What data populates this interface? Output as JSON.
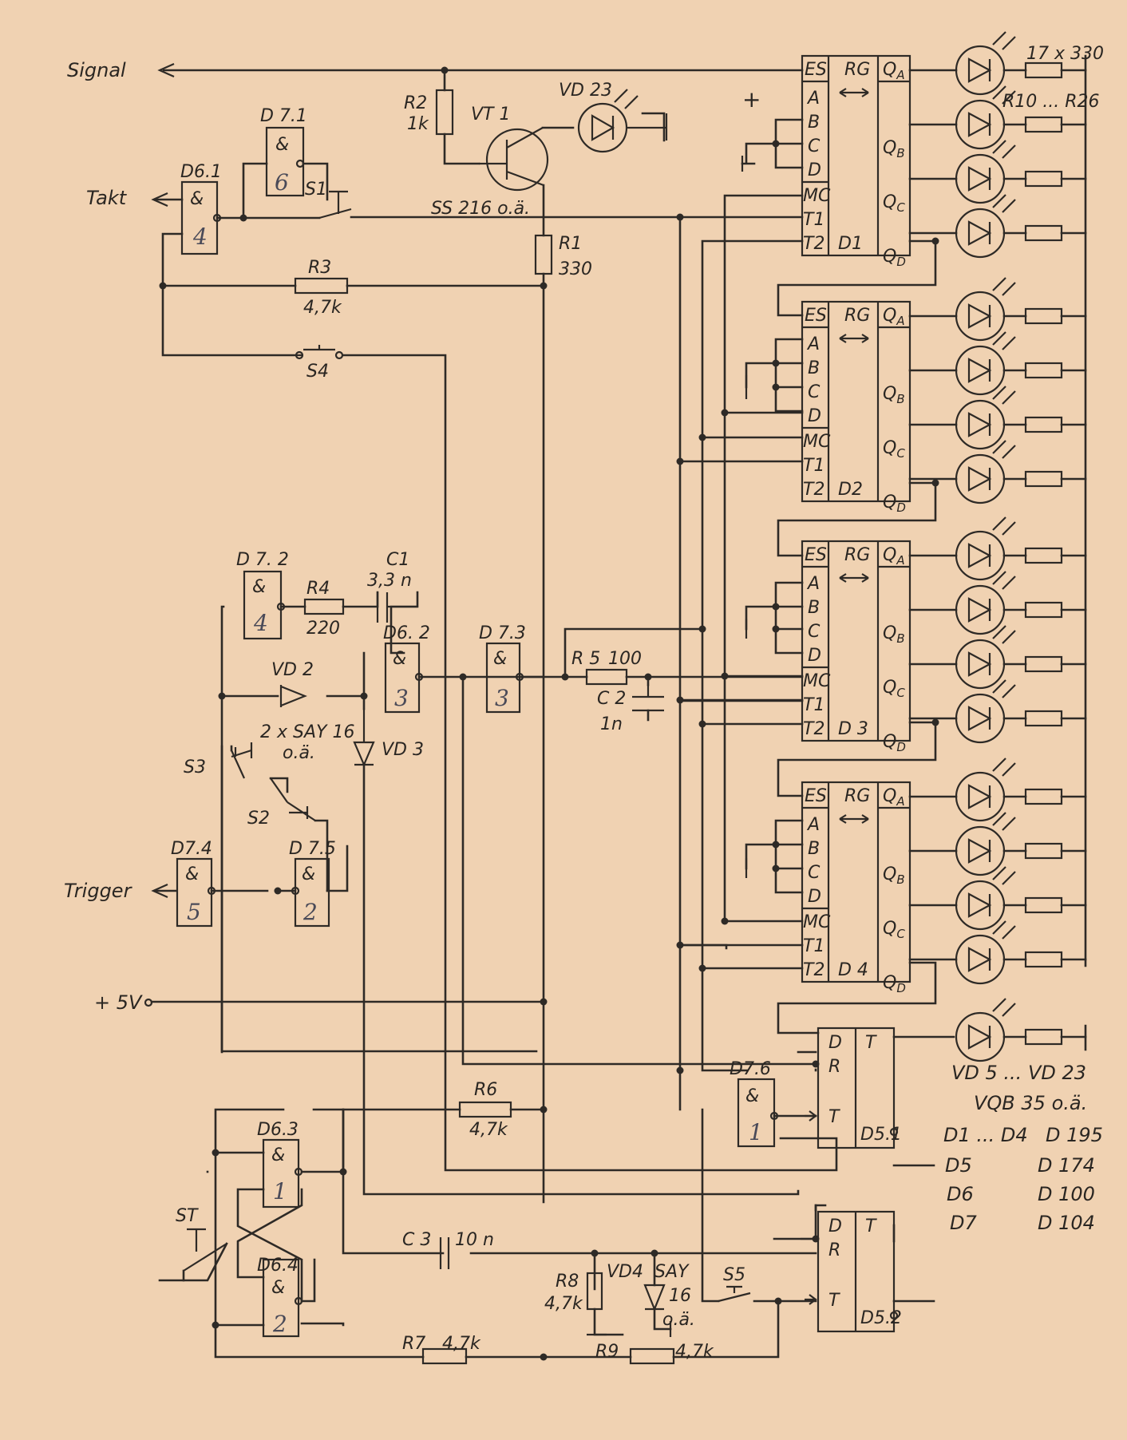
{
  "terminals": {
    "signal": "Signal",
    "takt": "Takt",
    "trigger": "Trigger",
    "plus5v": "+ 5V",
    "plus": "+"
  },
  "gates": {
    "d71": {
      "name": "D 7.1",
      "sym": "&",
      "pin": "6"
    },
    "d61": {
      "name": "D6.1",
      "sym": "&",
      "pin": "4"
    },
    "d72": {
      "name": "D 7. 2",
      "sym": "&",
      "pin": "4"
    },
    "d62": {
      "name": "D6. 2",
      "sym": "&",
      "pin": "3"
    },
    "d73": {
      "name": "D 7.3",
      "sym": "&",
      "pin": "3"
    },
    "d74": {
      "name": "D7.4",
      "sym": "&",
      "pin": "5"
    },
    "d75": {
      "name": "D 7.5",
      "sym": "&",
      "pin": "2"
    },
    "d76": {
      "name": "D7.6",
      "sym": "&",
      "pin": "1"
    },
    "d63": {
      "name": "D6.3",
      "sym": "&",
      "pin": "1"
    },
    "d64": {
      "name": "D6.4",
      "sym": "&",
      "pin": "2"
    }
  },
  "components": {
    "r1": {
      "ref": "R1",
      "val": "330"
    },
    "r2": {
      "ref": "R2",
      "val": "1k"
    },
    "r3": {
      "ref": "R3",
      "val": "4,7k"
    },
    "r4": {
      "ref": "R4",
      "val": "220"
    },
    "r5": {
      "ref": "R 5",
      "val": "100"
    },
    "r6": {
      "ref": "R6",
      "val": "4,7k"
    },
    "r7": {
      "ref": "R7",
      "val": "4,7k"
    },
    "r8": {
      "ref": "R8",
      "val": "4,7k"
    },
    "r9": {
      "ref": "R9",
      "val": "4,7k"
    },
    "c1": {
      "ref": "C1",
      "val": "3,3 n"
    },
    "c2": {
      "ref": "C 2",
      "val": "1n"
    },
    "c3": {
      "ref": "C 3",
      "val": "10 n"
    },
    "vt1": {
      "ref": "VT 1",
      "type": "SS 216 o.ä."
    },
    "vd2": {
      "ref": "VD 2"
    },
    "vd3": {
      "ref": "VD 3"
    },
    "vd23": {
      "ref": "VD 23"
    },
    "vd4": {
      "ref": "VD4",
      "type1": "SAY",
      "type2": "16",
      "type3": "o.ä."
    },
    "vd23note": {
      "line1": "2 x SAY 16",
      "line2": "o.ä."
    },
    "s1": "S1",
    "s2": "S2",
    "s3": "S3",
    "s4": "S4",
    "s5": "S5",
    "st": "ST",
    "ledres1": "17 x 330",
    "ledres2": "R10 ... R26"
  },
  "registers": [
    {
      "name": "D1",
      "es": "ES",
      "rg": "RG",
      "ins": [
        "A",
        "B",
        "C",
        "D"
      ],
      "ctl": [
        "MC",
        "T1",
        "T2"
      ],
      "outs": [
        "QA",
        "QB",
        "QC",
        "QD"
      ]
    },
    {
      "name": "D2",
      "es": "ES",
      "rg": "RG",
      "ins": [
        "A",
        "B",
        "C",
        "D"
      ],
      "ctl": [
        "MC",
        "T1",
        "T2"
      ],
      "outs": [
        "QA",
        "QB",
        "QC",
        "QD"
      ]
    },
    {
      "name": "D 3",
      "es": "ES",
      "rg": "RG",
      "ins": [
        "A",
        "B",
        "C",
        "D"
      ],
      "ctl": [
        "MC",
        "T1",
        "T2"
      ],
      "outs": [
        "QA",
        "QB",
        "QC",
        "QD"
      ]
    },
    {
      "name": "D 4",
      "es": "ES",
      "rg": "RG",
      "ins": [
        "A",
        "B",
        "C",
        "D"
      ],
      "ctl": [
        "MC",
        "T1",
        "T2"
      ],
      "outs": [
        "QA",
        "QB",
        "QC",
        "QD"
      ]
    }
  ],
  "flipflops": [
    {
      "name": "D5.1",
      "pins": [
        "D",
        "R",
        "T"
      ],
      "out": "T"
    },
    {
      "name": "D5.2",
      "pins": [
        "D",
        "R",
        "T"
      ],
      "out": "T"
    }
  ],
  "legend": [
    {
      "a": "VD 5 ... VD 23",
      "b": ""
    },
    {
      "a": "VQB 35 o.ä.",
      "b": ""
    },
    {
      "a": "D1 ... D4",
      "b": "D 195"
    },
    {
      "a": "D5",
      "b": "D 174"
    },
    {
      "a": "D6",
      "b": "D 100"
    },
    {
      "a": "D7",
      "b": "D 104"
    }
  ]
}
